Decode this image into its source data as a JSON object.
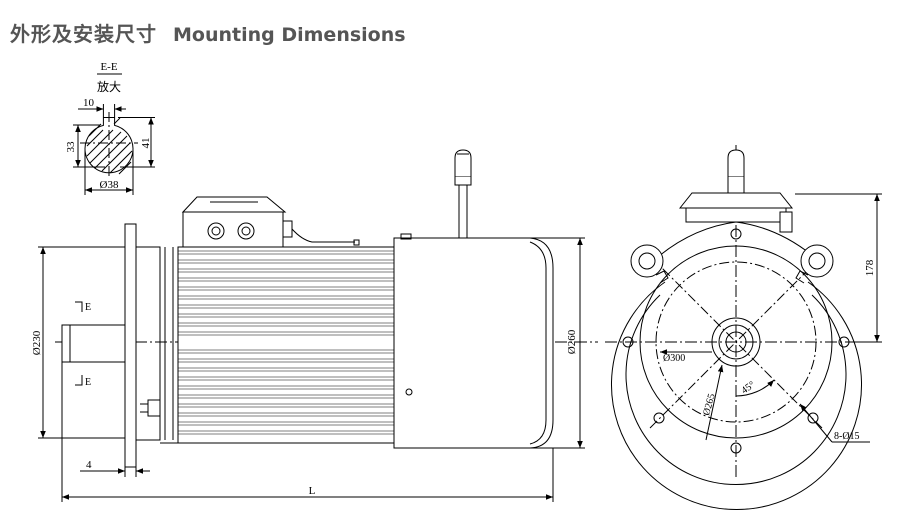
{
  "heading": {
    "chinese": "外形及安装尺寸",
    "english": "Mounting Dimensions"
  },
  "section_view": {
    "title": "E-E",
    "subtitle": "放大",
    "key_width": "10",
    "shaft_height": "33",
    "key_total": "41",
    "shaft_diameter": "Ø38"
  },
  "side_view": {
    "section_mark_top": "E",
    "section_mark_bottom": "E",
    "spigot_diameter": "Ø230",
    "body_diameter": "Ø260",
    "flange_thickness": "4",
    "overall_length": "L"
  },
  "front_view": {
    "pitch_circle": "Ø300",
    "bolt_circle": "Ø265",
    "angle": "45°",
    "holes": "8-Ø15",
    "box_height": "178"
  },
  "colors": {
    "line": "#000000",
    "heading": "#555555",
    "centerline": "#000000"
  }
}
